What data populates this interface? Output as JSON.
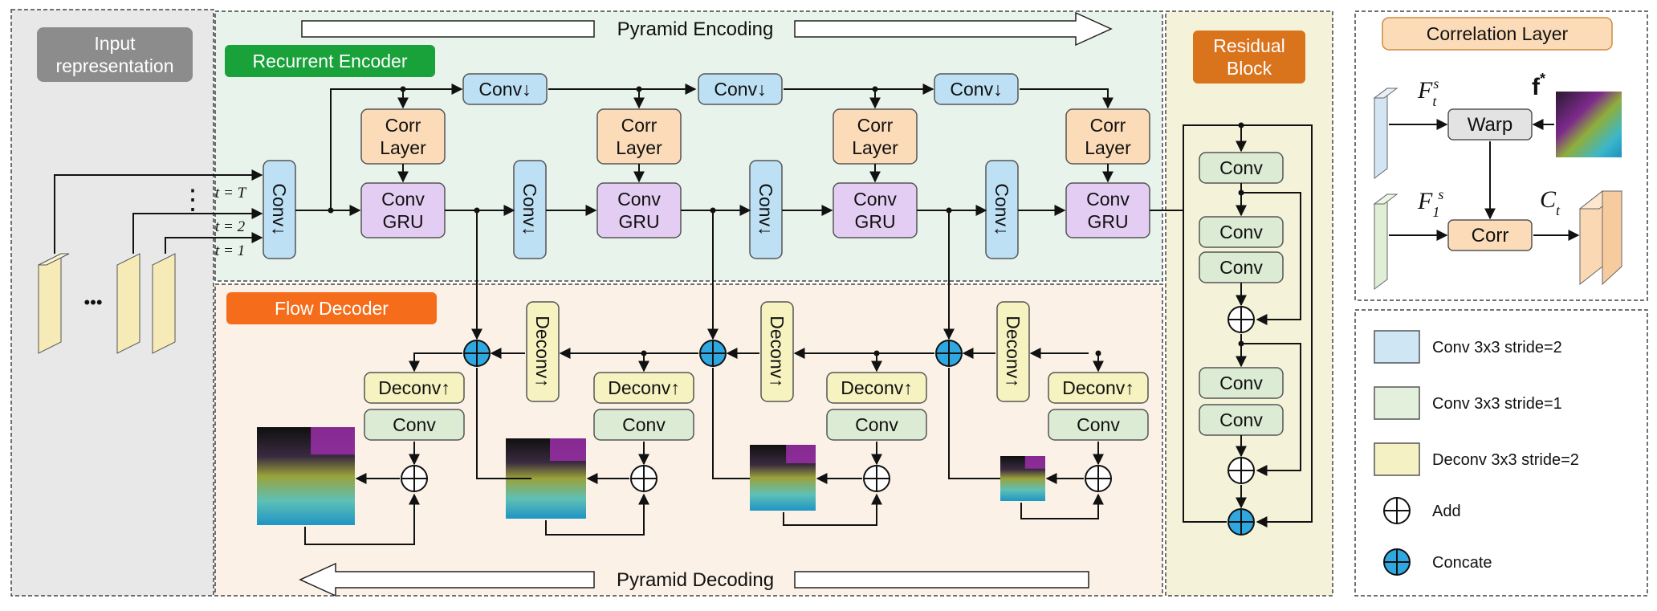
{
  "panels": {
    "input": "Input representation",
    "input_lines": [
      "Input",
      "representation"
    ],
    "recurrent_encoder": "Recurrent Encoder",
    "flow_decoder": "Flow Decoder",
    "residual_block_lines": [
      "Residual",
      "Block"
    ],
    "correlation_layer": "Correlation Layer"
  },
  "arrows": {
    "pyramid_encoding": "Pyramid Encoding",
    "pyramid_decoding": "Pyramid Decoding"
  },
  "time_labels": {
    "t_T": "t = T",
    "t_2": "t = 2",
    "t_1": "t = 1"
  },
  "dots": {
    "vertical": "⋮",
    "horizontal": "•••"
  },
  "blocks": {
    "conv_down": "Conv↓",
    "corr_layer_lines": [
      "Corr",
      "Layer"
    ],
    "conv_gru_lines": [
      "Conv",
      "GRU"
    ],
    "deconv_up": "Deconv↑",
    "conv": "Conv",
    "warp": "Warp",
    "corr": "Corr"
  },
  "corr_labels": {
    "Fts_main": "F",
    "Fts_sub": "t",
    "Fts_sup": "s",
    "F1s_main": "F",
    "F1s_sub": "1",
    "F1s_sup": "s",
    "fstar_main": "f",
    "fstar_sup": "*",
    "Ct_main": "C",
    "Ct_sub": "t"
  },
  "legend": [
    {
      "label": "Conv 3x3  stride=2",
      "color": "#cfe6f5"
    },
    {
      "label": "Conv 3x3  stride=1",
      "color": "#e3f0dc"
    },
    {
      "label": "Deconv 3x3  stride=2",
      "color": "#f4f2c5"
    },
    {
      "label": "Add",
      "color": "#ffffff"
    },
    {
      "label": "Concate",
      "color": "#2fa7e0"
    }
  ],
  "colors": {
    "encoder_bg": "#e8f3ec",
    "decoder_bg": "#fbf1e6",
    "residual_bg": "#f4f3da",
    "input_bg": "#e8e8e8",
    "conv_down": "#bde0f5",
    "corr_layer": "#fcdcb8",
    "conv_gru": "#e3cdf2",
    "conv": "#dcebd4",
    "deconv": "#f6f3c0",
    "concat": "#2fa7e0",
    "encoder_tag": "#19a13a",
    "decoder_tag": "#f56c1b",
    "residual_tag": "#d9731c",
    "input_tag": "#8c8c8c"
  }
}
